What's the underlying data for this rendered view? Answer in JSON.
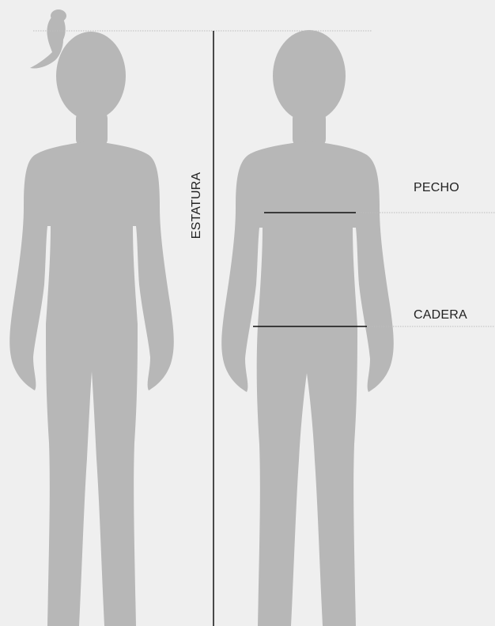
{
  "labels": {
    "height": "ESTATURA",
    "chest": "PECHO",
    "hip": "CADERA"
  },
  "colors": {
    "background": "#efefef",
    "silhouette": "#b7b7b7",
    "measure_line": "#111111",
    "guide_line": "#bdbdbd",
    "text": "#222222"
  }
}
